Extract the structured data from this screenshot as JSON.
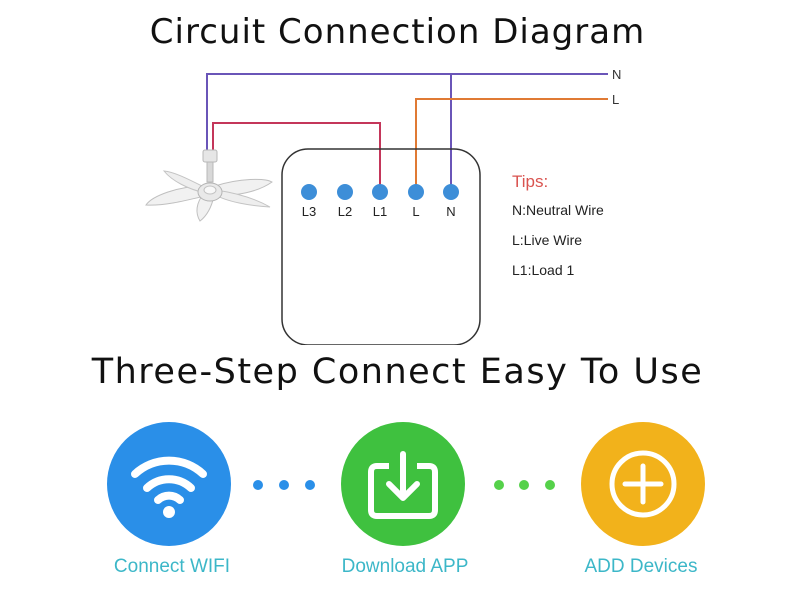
{
  "titles": {
    "circuit": "Circuit Connection Diagram",
    "steps": "Three-Step Connect Easy To Use"
  },
  "wires": {
    "neutral_label": "N",
    "live_label": "L",
    "neutral_color": "#6a55b8",
    "live_color": "#e07a34",
    "load_color": "#c4365a"
  },
  "terminals": [
    "L3",
    "L2",
    "L1",
    "L",
    "N"
  ],
  "terminal_color": "#3d8ed8",
  "tips": {
    "heading": "Tips:",
    "heading_color": "#d9534f",
    "lines": [
      "N:Neutral Wire",
      "L:Live Wire",
      "L1:Load 1"
    ]
  },
  "steps": [
    {
      "label": "Connect WIFI",
      "icon": "wifi-icon",
      "color": "#2a8fe8"
    },
    {
      "label": "Download APP",
      "icon": "download-icon",
      "color": "#3fc13f"
    },
    {
      "label": "ADD Devices",
      "icon": "plus-icon",
      "color": "#f2b21b"
    }
  ],
  "step_label_color": "#3cb7c8",
  "dot_colors": {
    "blue": "#2a8fe8",
    "green": "#55d14a"
  }
}
